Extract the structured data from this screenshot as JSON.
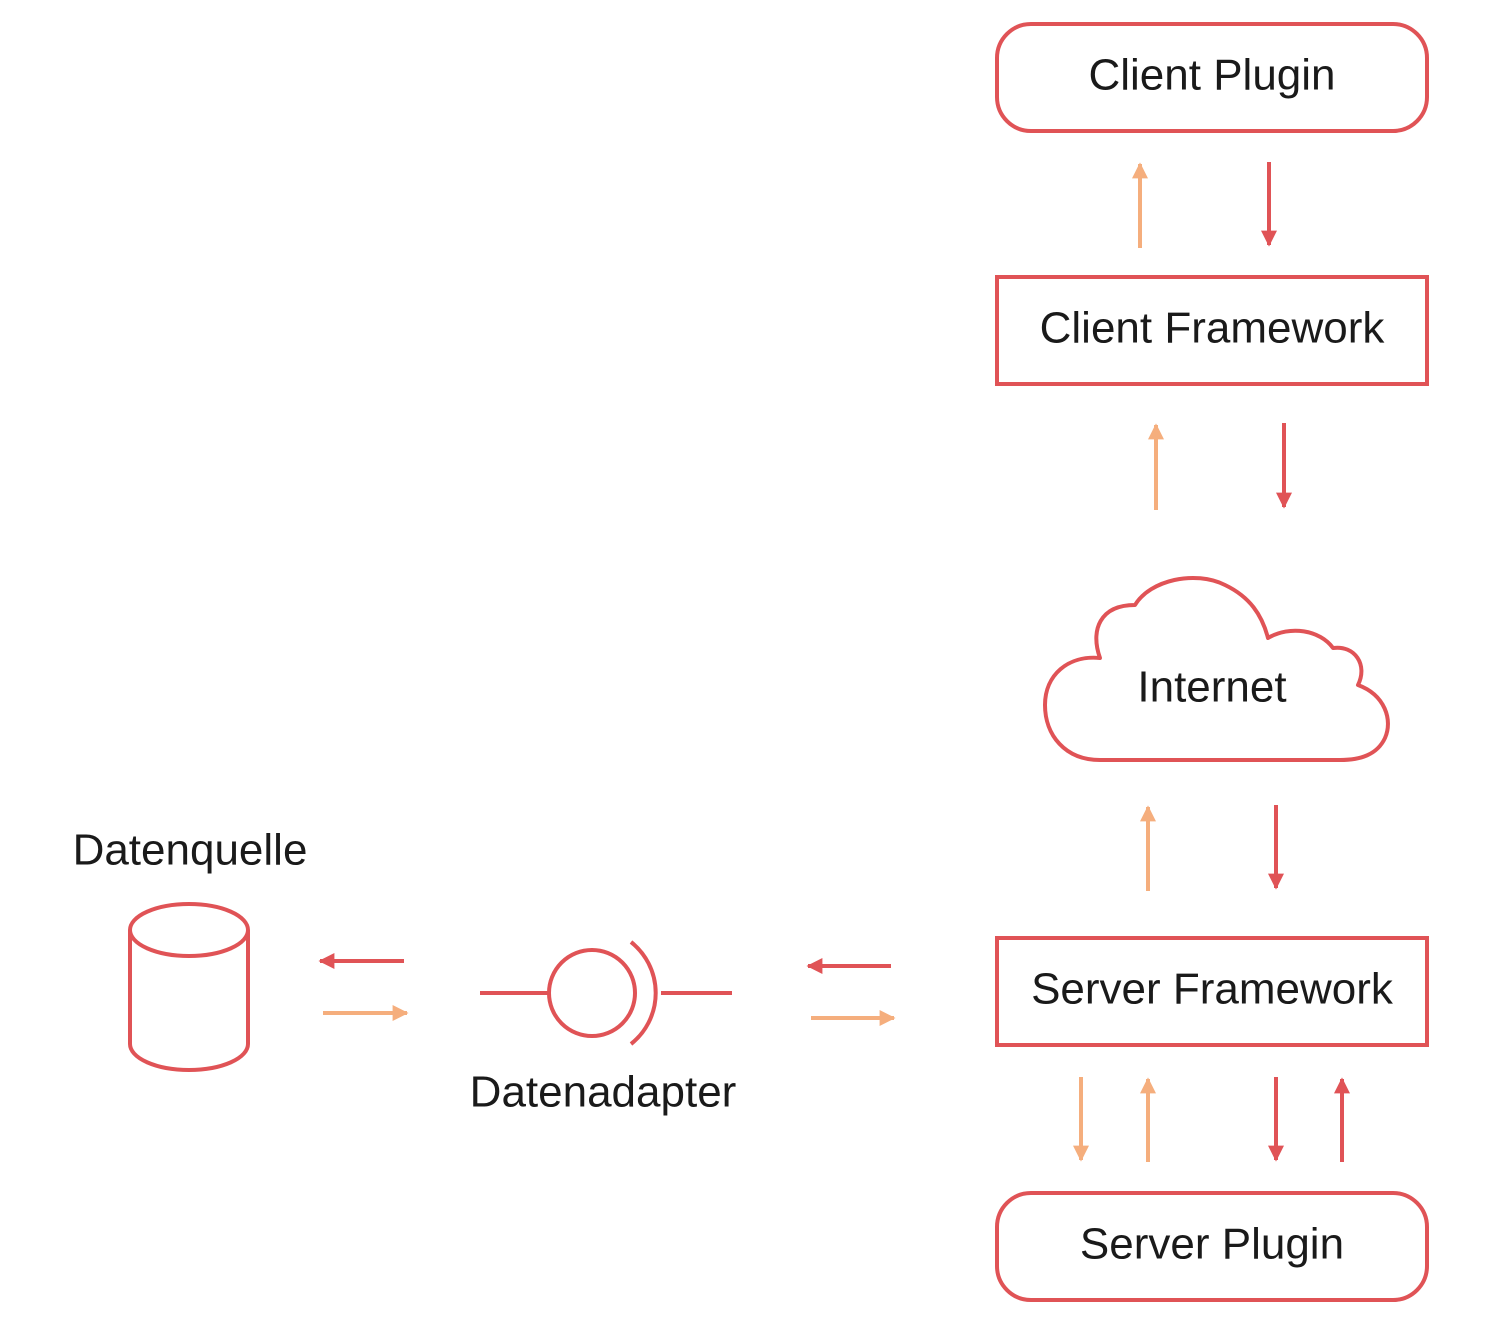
{
  "colors": {
    "border": "#e05356",
    "arrow_red": "#e05356",
    "arrow_orange": "#f5ae7d",
    "text": "#1a1a1a",
    "background": "#ffffff"
  },
  "nodes": {
    "client_plugin": {
      "label": "Client Plugin",
      "shape": "rounded-rectangle"
    },
    "client_framework": {
      "label": "Client Framework",
      "shape": "rectangle"
    },
    "internet": {
      "label": "Internet",
      "shape": "cloud-icon"
    },
    "server_framework": {
      "label": "Server Framework",
      "shape": "rectangle"
    },
    "server_plugin": {
      "label": "Server Plugin",
      "shape": "rounded-rectangle"
    },
    "datenquelle": {
      "label": "Datenquelle",
      "shape": "database-cylinder-icon"
    },
    "datenadapter": {
      "label": "Datenadapter",
      "shape": "interface-socket-icon"
    }
  },
  "connections": [
    {
      "from": "client_framework",
      "to": "client_plugin",
      "color": "arrow_orange"
    },
    {
      "from": "client_plugin",
      "to": "client_framework",
      "color": "arrow_red"
    },
    {
      "from": "internet",
      "to": "client_framework",
      "color": "arrow_orange"
    },
    {
      "from": "client_framework",
      "to": "internet",
      "color": "arrow_red"
    },
    {
      "from": "server_framework",
      "to": "internet",
      "color": "arrow_orange"
    },
    {
      "from": "internet",
      "to": "server_framework",
      "color": "arrow_red"
    },
    {
      "from": "server_framework",
      "to": "server_plugin",
      "color": "arrow_orange"
    },
    {
      "from": "server_plugin",
      "to": "server_framework",
      "color": "arrow_orange"
    },
    {
      "from": "server_framework",
      "to": "server_plugin",
      "color": "arrow_red"
    },
    {
      "from": "server_plugin",
      "to": "server_framework",
      "color": "arrow_red"
    },
    {
      "from": "server_framework",
      "to": "datenadapter",
      "color": "arrow_red"
    },
    {
      "from": "datenadapter",
      "to": "server_framework",
      "color": "arrow_orange"
    },
    {
      "from": "datenadapter",
      "to": "datenquelle",
      "color": "arrow_red"
    },
    {
      "from": "datenquelle",
      "to": "datenadapter",
      "color": "arrow_orange"
    }
  ]
}
